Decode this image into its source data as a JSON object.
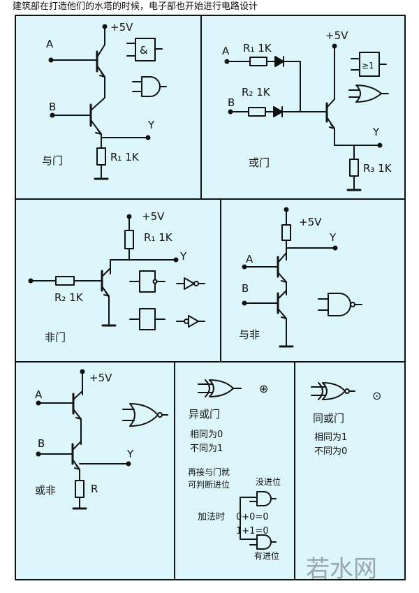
{
  "title": "建筑部在打造他们的水塔的时候，电子部也开始进行电路设计",
  "colors": {
    "panel_fill": "#dcf6fb",
    "line": "#111111",
    "watermark": "#9aa6ad"
  },
  "panels": {
    "and": {
      "name": "与门",
      "vcc": "+5V",
      "in_a": "A",
      "in_b": "B",
      "out": "Y",
      "res": "R₁ 1K",
      "symbol": "&"
    },
    "or": {
      "name": "或门",
      "vcc": "+5V",
      "in_a": "A",
      "in_b": "B",
      "out": "Y",
      "r1": "R₁ 1K",
      "r2": "R₂ 1K",
      "r3": "R₃ 1K",
      "symbol": "≥1"
    },
    "not": {
      "name": "非门",
      "vcc": "+5V",
      "out": "Y",
      "r1": "R₁ 1K",
      "r2": "R₂ 1K"
    },
    "nand": {
      "name": "与非",
      "vcc": "+5V",
      "in_a": "A",
      "in_b": "B",
      "out": "Y"
    },
    "nor": {
      "name": "或非",
      "vcc": "+5V",
      "in_a": "A",
      "in_b": "B",
      "out": "Y",
      "res": "R"
    },
    "xor": {
      "name": "异或门",
      "line1": "相同为0",
      "line2": "不同为1",
      "symbol": "⊕",
      "note1": "再接与门就",
      "note2": "可判断进位",
      "no_carry": "没进位",
      "add_label": "加法时",
      "eq1": "0+0=0",
      "eq2": "1+1=0",
      "carry": "有进位"
    },
    "xnor": {
      "name": "同或门",
      "line1": "相同为1",
      "line2": "不同为0",
      "symbol": "⊙"
    }
  },
  "watermark": "若水网"
}
